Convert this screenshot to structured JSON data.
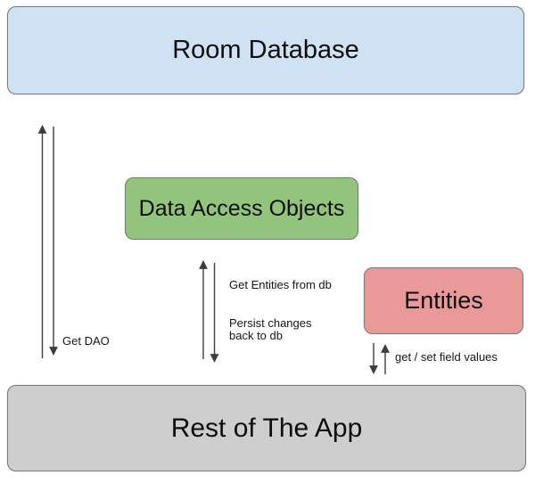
{
  "diagram": {
    "nodes": {
      "room_database": {
        "label": "Room Database",
        "fill": "#cfe2f3"
      },
      "data_access_objects": {
        "label": "Data Access Objects",
        "fill": "#93c47d"
      },
      "entities": {
        "label": "Entities",
        "fill": "#ea9999"
      },
      "rest_of_app": {
        "label": "Rest of The App",
        "fill": "#cecece"
      }
    },
    "edge_labels": {
      "get_dao": "Get DAO",
      "get_entities_from_db": "Get Entities from db",
      "persist_changes": "Persist changes back to db",
      "get_set_field_values": "get / set field values"
    },
    "colors": {
      "background": "#ffffff",
      "node_border": "#7a7a7a",
      "arrow": "#3d3d3d",
      "text": "#0d0d0d"
    }
  }
}
